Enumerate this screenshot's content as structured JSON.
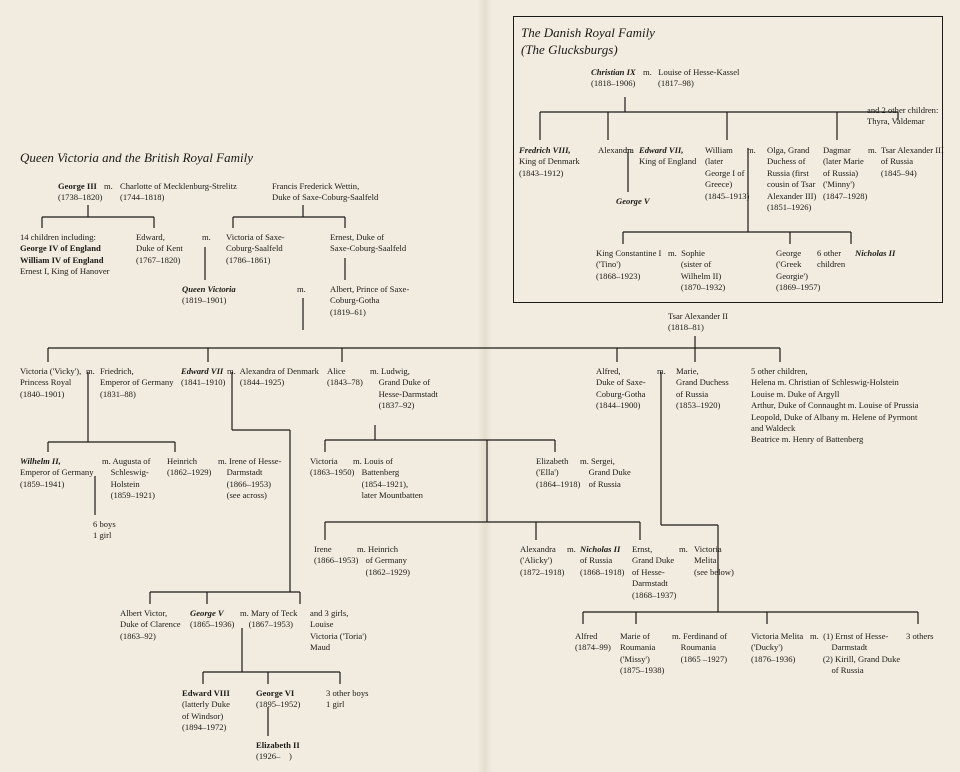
{
  "british_title": "Queen Victoria and the British Royal Family",
  "danish_title": "The Danish Royal Family\n(The Glucksburgs)",
  "people": {
    "george3": "George III",
    "george3_m": "m.",
    "george3_dates": "(1738–1820)",
    "charlotte": "Charlotte of Mecklenburg-Strelitz\n(1744–1818)",
    "francis": "Francis Frederick Wettin,\nDuke of Saxe-Coburg-Saalfeld",
    "children14": "14 children including:",
    "george4": "George IV of England",
    "william4": "William IV of England",
    "ernest_hanover": "Ernest I, King of Hanover",
    "edward_kent": "Edward,\nDuke of Kent\n(1767–1820)",
    "m_kent": "m.",
    "victoria_saxe": "Victoria of Saxe-\nCoburg-Saalfeld\n(1786–1861)",
    "ernest_saxe": "Ernest, Duke of\nSaxe-Coburg-Saalfeld",
    "queen_victoria": "Queen Victoria",
    "queen_victoria_dates": "(1819–1901)",
    "m_qv": "m.",
    "albert": "Albert, Prince of Saxe-\nCoburg-Gotha\n(1819–61)",
    "vicky": "Victoria ('Vicky'),\nPrincess Royal\n(1840–1901)",
    "m_vicky": "m.",
    "friedrich": "Friedrich,\nEmperor of Germany\n(1831–88)",
    "edward7": "Edward VII",
    "edward7_dates": "(1841–1910)",
    "alexandra_denmark": "m.  Alexandra of Denmark\n      (1844–1925)",
    "alice": "Alice\n(1843–78)",
    "ludwig": "m. Ludwig,\n    Grand Duke of\n    Hesse-Darmstadt\n    (1837–92)",
    "alfred": "Alfred,\nDuke of Saxe-\nCoburg-Gotha\n(1844–1900)",
    "m_alfred": "m.",
    "marie": "Marie,\nGrand Duchess\nof Russia\n(1853–1920)",
    "five_children": "5 other children,\nHelena m. Christian of Schleswig-Holstein\nLouise m. Duke of Argyll\nArthur, Duke of Connaught m. Louise of Prussia\nLeopold, Duke of Albany m. Helene of Pyrmont\nand Waldeck\nBeatrice m. Henry of Battenberg",
    "tsar_alexander2": "Tsar Alexander II\n(1818–81)",
    "wilhelm2": "Wilhelm II,",
    "wilhelm2_rest": "Emperor of Germany\n(1859–1941)",
    "augusta": "m. Augusta of\n    Schleswig-\n    Holstein\n    (1859–1921)",
    "six_boys": "6 boys\n1 girl",
    "heinrich": "Heinrich\n(1862–1929)",
    "irene_hesse": "m. Irene of Hesse-\n    Darmstadt\n    (1866–1953)\n    (see across)",
    "victoria_hesse": "Victoria\n(1863–1950)",
    "louis_battenberg": "m. Louis of\n    Battenberg\n    (1854–1921),\n    later Mountbatten",
    "ella": "Elizabeth\n('Ella')\n(1864–1918)",
    "sergei": "m. Sergei,\n    Grand Duke\n    of Russia",
    "irene": "Irene\n(1866–1953)",
    "heinrich_germany": "m. Heinrich\n    of Germany\n    (1862–1929)",
    "alix": "Alexandra\n('Alicky')\n(1872–1918)",
    "m_alix": "m.",
    "nicholas2": "Nicholas II",
    "nicholas2_rest": "of Russia\n(1868–1918)",
    "ernst": "Ernst,\nGrand Duke\nof Hesse-\nDarmstadt\n(1868–1937)",
    "m_ernst": "m.",
    "victoria_melita_a": "Victoria\nMelita\n(see below)",
    "albert_victor": "Albert Victor,\nDuke of Clarence\n(1863–92)",
    "george5": "George V",
    "george5_dates": "(1865–1936)",
    "mary_teck": "m. Mary of Teck\n    (1867–1953)",
    "three_girls": "and 3 girls,\nLouise\nVictoria ('Toria')\nMaud",
    "alfred_jr": "Alfred\n(1874–99)",
    "marie_roumania": "Marie of\nRoumania\n('Missy')\n(1875–1938)",
    "ferdinand": "m. Ferdinand of\n    Roumania\n    (1865 –1927)",
    "victoria_melita": "Victoria Melita\n('Ducky')\n(1876–1936)",
    "vm_marriages": "m.  (1) Ernst of Hesse-\n          Darmstadt\n      (2) Kirill, Grand Duke\n          of Russia",
    "three_others": "3 others",
    "edward8": "Edward VIII",
    "edward8_rest": "(latterly Duke\nof Windsor)\n(1894–1972)",
    "george6": "George VI",
    "george6_dates": "(1895–1952)",
    "three_boys": "3 other boys\n1 girl",
    "elizabeth2": "Elizabeth II",
    "elizabeth2_dates": "(1926–    )"
  },
  "danish": {
    "christian9": "Christian IX",
    "christian9_dates": "(1818–1906)",
    "louise": "m.   Louise of Hesse-Kassel\n       (1817–98)",
    "two_other": "and 2 other children:\nThyra, Valdemar",
    "frederik8": "Fredrich VIII,",
    "frederik8_rest": "King of Denmark\n(1843–1912)",
    "alexandra": "Alexandra",
    "m_alexandra": "m.",
    "edward7_dk": "Edward VII,",
    "edward7_dk_rest": "King of England",
    "george5_dk": "George V",
    "william": "William\n(later\nGeorge I of\nGreece)\n(1845–1913)",
    "m_william": "m.",
    "olga": "Olga, Grand\nDuchess of\nRussia (first\ncousin of Tsar\nAlexander III)\n(1851–1926)",
    "dagmar": "Dagmar\n(later Marie\nof Russia)\n('Minny')\n(1847–1928)",
    "tsar_alexander3": "m.  Tsar Alexander III\n      of Russia\n      (1845–94)",
    "constantine": "King Constantine I\n('Tino')\n(1868–1923)",
    "sophie": "m.  Sophie\n      (sister of\n      Wilhelm II)\n      (1870–1932)",
    "george_greek": "George\n('Greek\nGeorgie')\n(1869–1957)",
    "six_other": "6 other\nchildren",
    "nicholas2_dk": "Nicholas II"
  }
}
